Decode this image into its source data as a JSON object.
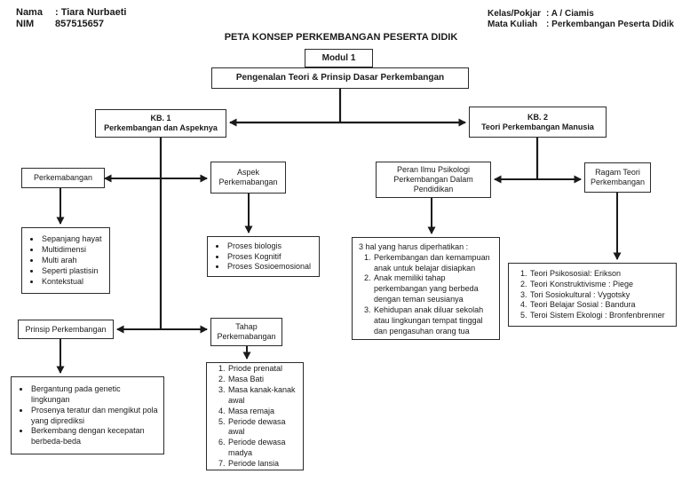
{
  "header": {
    "left": {
      "name_label": "Nama",
      "name_value": ": Tiara Nurbaeti",
      "nim_label": "NIM",
      "nim_value": "857515657"
    },
    "right": {
      "class_label": "Kelas/Pokjar",
      "class_value": ": A / Ciamis",
      "course_label": "Mata Kuliah",
      "course_value": ": Perkembangan Peserta Didik"
    }
  },
  "title": "PETA KONSEP PERKEMBANGAN PESERTA DIDIK",
  "nodes": {
    "modul": "Modul 1",
    "pengenalan": "Pengenalan Teori & Prinsip Dasar Perkembangan",
    "kb1_line1": "KB. 1",
    "kb1_line2": "Perkembangan dan Aspeknya",
    "kb2_line1": "KB. 2",
    "kb2_line2": "Teori Perkembangan Manusia",
    "perkembangan": "Perkemabangan",
    "aspek": "Aspek Perkemabangan",
    "peran": "Peran Ilmu Psikologi Perkembangan Dalam Pendidikan",
    "ragam": "Ragam Teori Perkembangan",
    "prinsip": "Prinsip Perkembangan",
    "tahap": "Tahap Perkemabangan"
  },
  "lists": {
    "sepanjang": [
      "Sepanjang hayat",
      "Multidimensi",
      "Multi arah",
      "Seperti plastisin",
      "Kontekstual"
    ],
    "proses": [
      "Proses biologis",
      "Proses Kognitif",
      "Proses Sosioemosional"
    ],
    "tiga_hal_header": "3 hal yang harus diperhatikan :",
    "tiga_hal": [
      "Perkembangan dan kemampuan anak untuk belajar disiapkan",
      "Anak memiliki tahap perkembangan yang berbeda dengan teman seusianya",
      "Kehidupan anak diluar sekolah atau lingkungan tempat tinggal dan pengasuhan orang tua"
    ],
    "teori": [
      "Teori Psikososial: Erikson",
      "Teori Konstruktivisme : Piege",
      "Tori Sosiokultural : Vygotsky",
      "Teori Belajar Sosial : Bandura",
      "Teroi Sistem Ekologi : Bronfenbrenner"
    ],
    "genetic": [
      "Bergantung pada genetic lingkungan",
      "Prosenya teratur dan mengikut pola yang diprediksi",
      "Berkembang dengan kecepatan berbeda-beda"
    ],
    "priode": [
      "Priode prenatal",
      "Masa Bati",
      "Masa kanak-kanak awal",
      "Masa remaja",
      "Periode dewasa awal",
      "Periode dewasa madya",
      "Periode lansia"
    ]
  },
  "colors": {
    "line": "#1a1a1a",
    "box_border": "#2b2b2b",
    "background": "#ffffff",
    "text": "#1a1a1a"
  }
}
